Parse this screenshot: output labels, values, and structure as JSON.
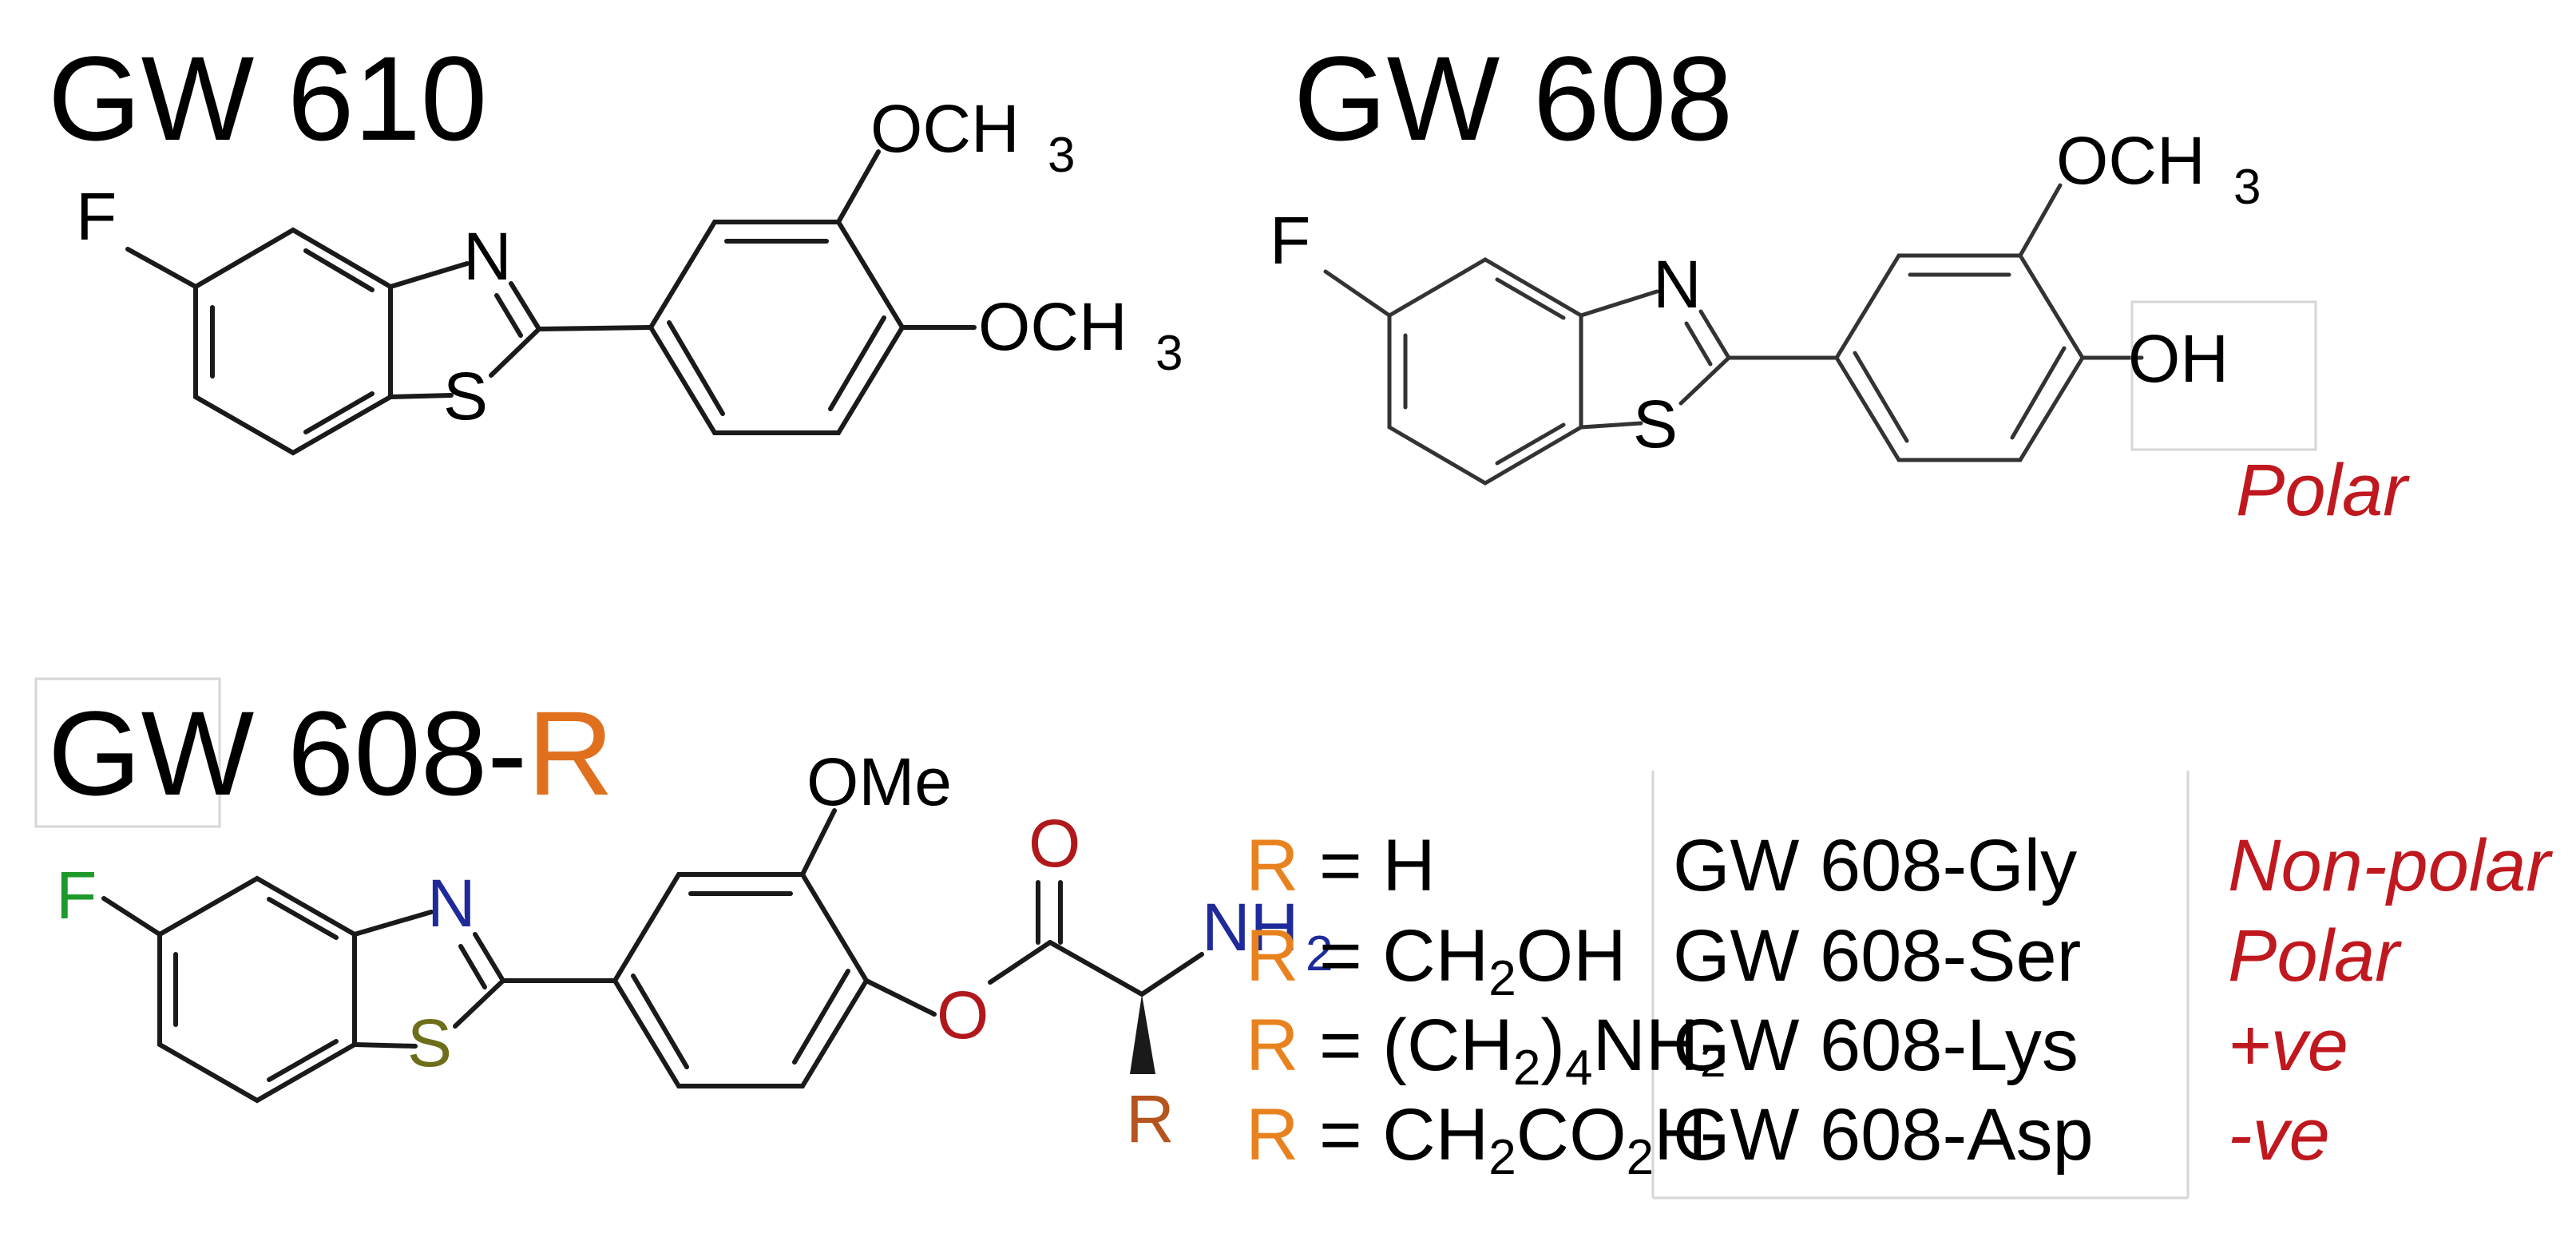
{
  "colors": {
    "text": "#1a1a1a",
    "accent_red": "#c0181f",
    "r_orange": "#e8821e",
    "r_brown": "#b5541e",
    "fluorine_green": "#1e9a2a",
    "nitrogen_blue": "#1f2a9a",
    "oxygen_red": "#b0181c",
    "sulfur_olive": "#6e6e1a",
    "box_gray": "#d6d6d6"
  },
  "compounds": [
    {
      "title": "GW 610",
      "atoms": {
        "F": "F",
        "N": "N",
        "S": "S",
        "o1": "OCH",
        "o1_sub": "3",
        "o2": "OCH",
        "o2_sub": "3"
      }
    },
    {
      "title": "GW 608",
      "atoms": {
        "F": "F",
        "N": "N",
        "S": "S",
        "o1": "OCH",
        "o1_sub": "3",
        "oh": "OH"
      },
      "note": "Polar"
    },
    {
      "title_prefix": "GW",
      "title_mid": " 608-",
      "title_r": "R",
      "atoms": {
        "F": "F",
        "N": "N",
        "S": "S",
        "ome": "OMe",
        "carbonyl_o": "O",
        "ester_o": "O",
        "nh": "NH",
        "nh_sub": "2",
        "r": "R"
      }
    }
  ],
  "table": {
    "rows": [
      {
        "r": "R",
        "eq": " = H",
        "sub1": "",
        "tail1": "",
        "sub2": "",
        "tail2": "",
        "name": "GW 608-Gly",
        "type": "Non-polar"
      },
      {
        "r": "R",
        "eq": " = CH",
        "sub1": "2",
        "tail1": "OH",
        "sub2": "",
        "tail2": "",
        "name": "GW 608-Ser",
        "type": "Polar"
      },
      {
        "r": "R",
        "eq": " = (CH",
        "sub1": "2",
        "tail1": ")",
        "sub2": "4",
        "tail2": "NH₂",
        "name": "GW 608-Lys",
        "type": "+ve"
      },
      {
        "r": "R",
        "eq": " = CH",
        "sub1": "2",
        "tail1": "CO",
        "sub2": "2",
        "tail2": "H",
        "name": "GW 608-Asp",
        "type": "-ve"
      }
    ]
  }
}
